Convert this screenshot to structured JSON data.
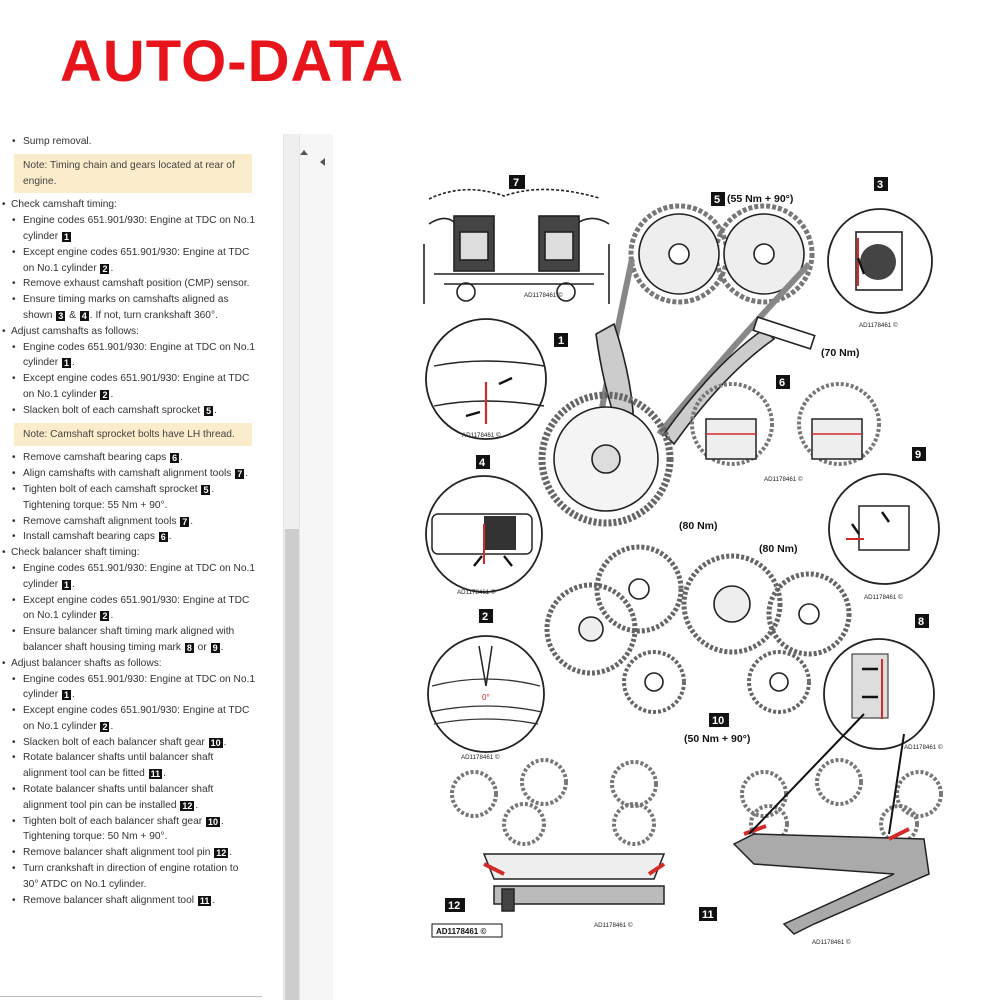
{
  "brand": {
    "title": "AUTO-DATA",
    "color": "#e8141b"
  },
  "doc": {
    "items": [
      {
        "type": "sub",
        "parts": [
          {
            "t": "Sump removal."
          }
        ]
      },
      {
        "type": "note",
        "parts": [
          {
            "t": "Note: Timing chain and gears located at rear of engine."
          }
        ]
      },
      {
        "type": "top",
        "parts": [
          {
            "t": "Check camshaft timing:"
          }
        ]
      },
      {
        "type": "sub",
        "parts": [
          {
            "t": "Engine codes 651.901/930: Engine at TDC on No.1 cylinder "
          },
          {
            "b": "1"
          }
        ]
      },
      {
        "type": "sub",
        "parts": [
          {
            "t": "Except engine codes 651.901/930: Engine at TDC on No.1 cylinder "
          },
          {
            "b": "2"
          },
          {
            "t": "."
          }
        ]
      },
      {
        "type": "sub",
        "parts": [
          {
            "t": "Remove exhaust camshaft position (CMP) sensor."
          }
        ]
      },
      {
        "type": "sub",
        "parts": [
          {
            "t": "Ensure timing marks on camshafts aligned as shown "
          },
          {
            "b": "3"
          },
          {
            "t": " & "
          },
          {
            "b": "4"
          },
          {
            "t": ". If not, turn crankshaft 360°."
          }
        ]
      },
      {
        "type": "top",
        "parts": [
          {
            "t": "Adjust camshafts as follows:"
          }
        ]
      },
      {
        "type": "sub",
        "parts": [
          {
            "t": "Engine codes 651.901/930: Engine at TDC on No.1 cylinder "
          },
          {
            "b": "1"
          },
          {
            "t": "."
          }
        ]
      },
      {
        "type": "sub",
        "parts": [
          {
            "t": "Except engine codes 651.901/930: Engine at TDC on No.1 cylinder "
          },
          {
            "b": "2"
          },
          {
            "t": "."
          }
        ]
      },
      {
        "type": "sub",
        "parts": [
          {
            "t": "Slacken bolt of each camshaft sprocket "
          },
          {
            "b": "5"
          },
          {
            "t": "."
          }
        ]
      },
      {
        "type": "note",
        "parts": [
          {
            "t": "Note: Camshaft sprocket bolts have LH thread."
          }
        ]
      },
      {
        "type": "sub",
        "parts": [
          {
            "t": "Remove camshaft bearing caps "
          },
          {
            "b": "6"
          },
          {
            "t": "."
          }
        ]
      },
      {
        "type": "sub",
        "parts": [
          {
            "t": "Align camshafts with camshaft alignment tools "
          },
          {
            "b": "7"
          },
          {
            "t": "."
          }
        ]
      },
      {
        "type": "sub",
        "parts": [
          {
            "t": "Tighten bolt of each camshaft sprocket "
          },
          {
            "b": "5"
          },
          {
            "t": ". Tightening torque: 55 Nm + 90°."
          }
        ]
      },
      {
        "type": "sub",
        "parts": [
          {
            "t": "Remove camshaft alignment tools "
          },
          {
            "b": "7"
          },
          {
            "t": "."
          }
        ]
      },
      {
        "type": "sub",
        "parts": [
          {
            "t": "Install camshaft bearing caps "
          },
          {
            "b": "6"
          },
          {
            "t": "."
          }
        ]
      },
      {
        "type": "top",
        "parts": [
          {
            "t": "Check balancer shaft timing:"
          }
        ]
      },
      {
        "type": "sub",
        "parts": [
          {
            "t": "Engine codes 651.901/930: Engine at TDC on No.1 cylinder "
          },
          {
            "b": "1"
          },
          {
            "t": "."
          }
        ]
      },
      {
        "type": "sub",
        "parts": [
          {
            "t": "Except engine codes 651.901/930: Engine at TDC on No.1 cylinder "
          },
          {
            "b": "2"
          },
          {
            "t": "."
          }
        ]
      },
      {
        "type": "sub",
        "parts": [
          {
            "t": "Ensure balancer shaft timing mark aligned with balancer shaft housing timing mark "
          },
          {
            "b": "8"
          },
          {
            "t": " or "
          },
          {
            "b": "9"
          },
          {
            "t": "."
          }
        ]
      },
      {
        "type": "top",
        "parts": [
          {
            "t": "Adjust balancer shafts as follows:"
          }
        ]
      },
      {
        "type": "sub",
        "parts": [
          {
            "t": "Engine codes 651.901/930: Engine at TDC on No.1 cylinder "
          },
          {
            "b": "1"
          },
          {
            "t": "."
          }
        ]
      },
      {
        "type": "sub",
        "parts": [
          {
            "t": "Except engine codes 651.901/930: Engine at TDC on No.1 cylinder "
          },
          {
            "b": "2"
          },
          {
            "t": "."
          }
        ]
      },
      {
        "type": "sub",
        "parts": [
          {
            "t": "Slacken bolt of each balancer shaft gear "
          },
          {
            "b": "10"
          },
          {
            "t": "."
          }
        ]
      },
      {
        "type": "sub",
        "parts": [
          {
            "t": "Rotate balancer shafts until balancer shaft alignment tool can be fitted "
          },
          {
            "b": "11"
          },
          {
            "t": "."
          }
        ]
      },
      {
        "type": "sub",
        "parts": [
          {
            "t": "Rotate balancer shafts until balancer shaft alignment tool pin can be installed "
          },
          {
            "b": "12"
          },
          {
            "t": "."
          }
        ]
      },
      {
        "type": "sub",
        "parts": [
          {
            "t": "Tighten bolt of each balancer shaft gear "
          },
          {
            "b": "10"
          },
          {
            "t": ". Tightening torque: 50 Nm + 90°."
          }
        ]
      },
      {
        "type": "sub",
        "parts": [
          {
            "t": "Remove balancer shaft alignment tool pin "
          },
          {
            "b": "12"
          },
          {
            "t": "."
          }
        ]
      },
      {
        "type": "sub",
        "parts": [
          {
            "t": "Turn crankshaft in direction of engine rotation to 30° ATDC on No.1 cylinder."
          }
        ]
      },
      {
        "type": "sub",
        "parts": [
          {
            "t": "Remove balancer shaft alignment tool "
          },
          {
            "b": "11"
          },
          {
            "t": "."
          }
        ]
      }
    ]
  },
  "diagram": {
    "ref_code": "AD1178461 ©",
    "ref_code_boxed": "AD1178461 ©",
    "labels": [
      "1",
      "2",
      "3",
      "4",
      "5",
      "6",
      "7",
      "8",
      "9",
      "10",
      "11",
      "12"
    ],
    "torques": {
      "cam_sprockets": "(55 Nm + 90°)",
      "tensioner": "(70 Nm)",
      "idler_left": "(80 Nm)",
      "idler_right": "(80 Nm)",
      "balancer_gears": "(50 Nm + 90°)"
    },
    "mark": "0°",
    "accent": "#d42a2a"
  },
  "icons": {
    "scroll_up": "arrow-up-icon",
    "collapse": "arrow-left-icon"
  }
}
